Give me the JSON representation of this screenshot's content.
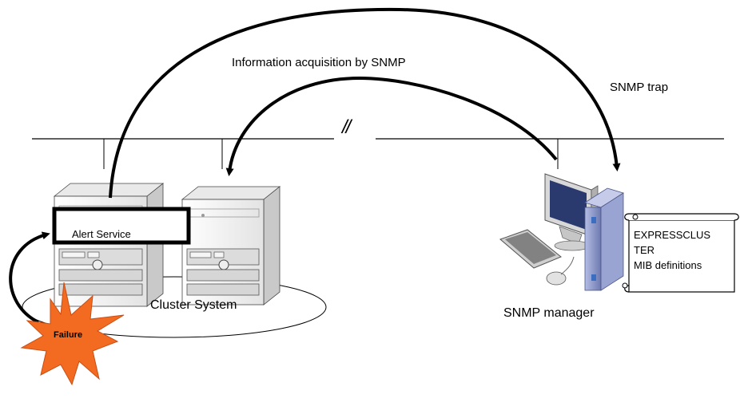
{
  "labels": {
    "info_acquisition": "Information acquisition by SNMP",
    "snmp_trap": "SNMP trap",
    "network_separator": "//",
    "alert_service": "Alert Service",
    "cluster_system": "Cluster System",
    "failure": "Failure",
    "snmp_manager": "SNMP manager",
    "mib_line1": "EXPRESSCLUS",
    "mib_line2": "TER",
    "mib_line3": "MIB definitions"
  },
  "colors": {
    "burst_fill": "#f26b21",
    "burst_stroke": "#d9531a",
    "server_body": "#f4f4f4",
    "server_shade": "#c9c9c9",
    "monitor_blue": "#2a3a6e",
    "tower_blue": "#8a96c8"
  },
  "icons": [
    "server-icon",
    "pc-workstation-icon",
    "burst-icon",
    "document-scroll-icon"
  ]
}
